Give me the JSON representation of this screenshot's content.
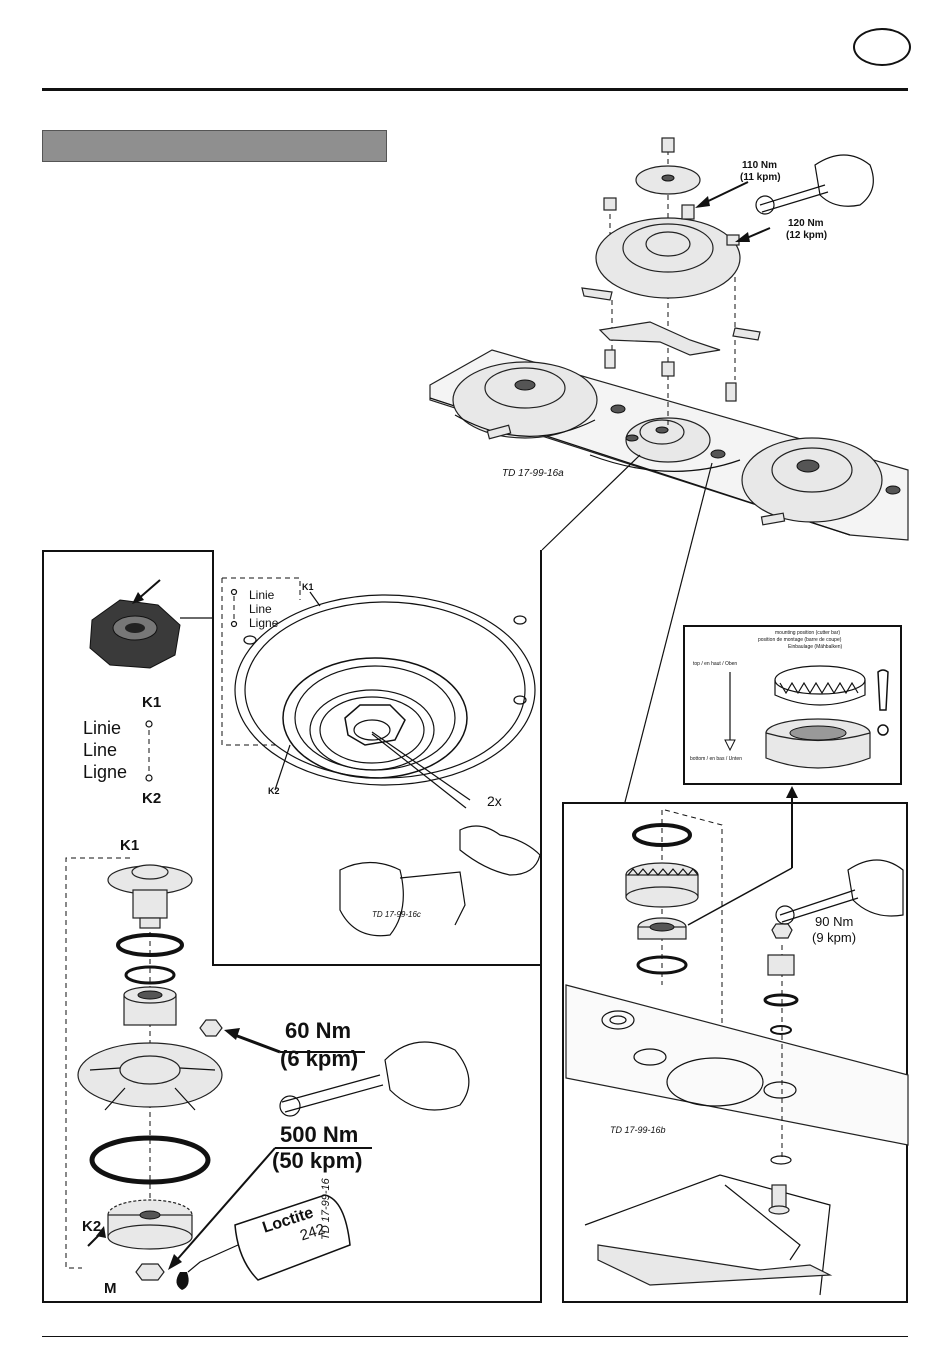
{
  "header": {
    "badge_text": ""
  },
  "section_bar": {
    "title": ""
  },
  "top_diagram": {
    "torque_1_nm": "110 Nm",
    "torque_1_kpm": "(11 kpm)",
    "torque_2_nm": "120 Nm",
    "torque_2_kpm": "(12 kpm)",
    "figure_code": "TD 17-99-16a"
  },
  "left_panel": {
    "k1_label": "K1",
    "k2_label": "K2",
    "line_de": "Linie",
    "line_en": "Line",
    "line_fr": "Ligne",
    "k1_label_2": "K1",
    "k2_label_2": "K2",
    "m_label": "M",
    "torque_60_nm": "60 Nm",
    "torque_60_kpm": "(6 kpm)",
    "torque_500_nm": "500 Nm",
    "torque_500_kpm": "(50 kpm)",
    "loctite_brand": "Loctite",
    "loctite_number": "242",
    "figure_code": "TD 17-99-16"
  },
  "inset_panel": {
    "k1_label": "K1",
    "k2_label": "K2",
    "line_de": "Linie",
    "line_en": "Line",
    "line_fr": "Ligne",
    "count_label": "2x",
    "figure_code": "TD 17-99-16c"
  },
  "mount_box": {
    "title_en": "mounting position (cutter bar)",
    "title_fr": "position de montage (barre de coupe)",
    "title_de": "Einbaulage (Mähbalken)",
    "top_label": "top / en haut / Oben",
    "bottom_label": "bottom / en bas / Unten",
    "warning": "!"
  },
  "right_panel": {
    "torque_nm": "90 Nm",
    "torque_kpm": "(9 kpm)",
    "figure_code": "TD 17-99-16b"
  }
}
